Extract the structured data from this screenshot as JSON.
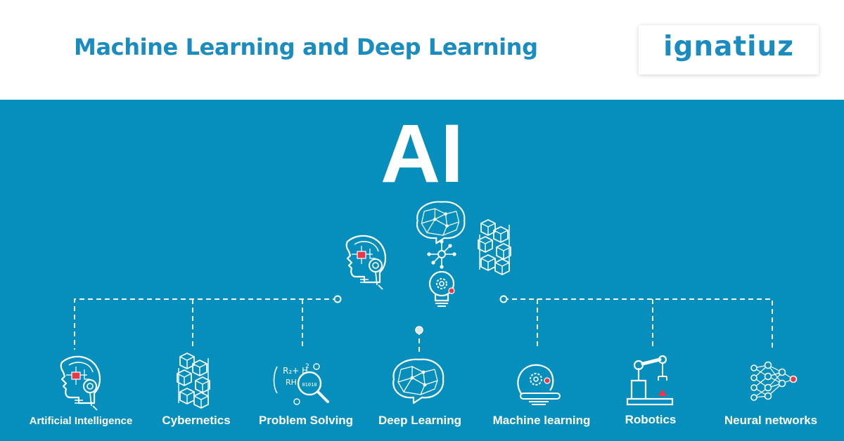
{
  "header": {
    "title": "Machine Learning and Deep Learning",
    "logo_text": "ignatiuz"
  },
  "center": {
    "heading": "AI"
  },
  "nodes": [
    {
      "label": "Artificial Intelligence",
      "icon": "ai-head-icon"
    },
    {
      "label": "Cybernetics",
      "icon": "cubes-icon"
    },
    {
      "label": "Problem Solving",
      "icon": "magnifier-formula-icon"
    },
    {
      "label": "Deep Learning",
      "icon": "brain-network-icon"
    },
    {
      "label": "Machine learning",
      "icon": "lightbulb-gear-icon"
    },
    {
      "label": "Robotics",
      "icon": "robot-arm-icon"
    },
    {
      "label": "Neural networks",
      "icon": "neural-network-icon"
    }
  ],
  "colors": {
    "brand_blue": "#1a8cbf",
    "panel_bg": "#068fbd",
    "icon_stroke": "#ffffff",
    "accent_red": "#e8394b"
  }
}
